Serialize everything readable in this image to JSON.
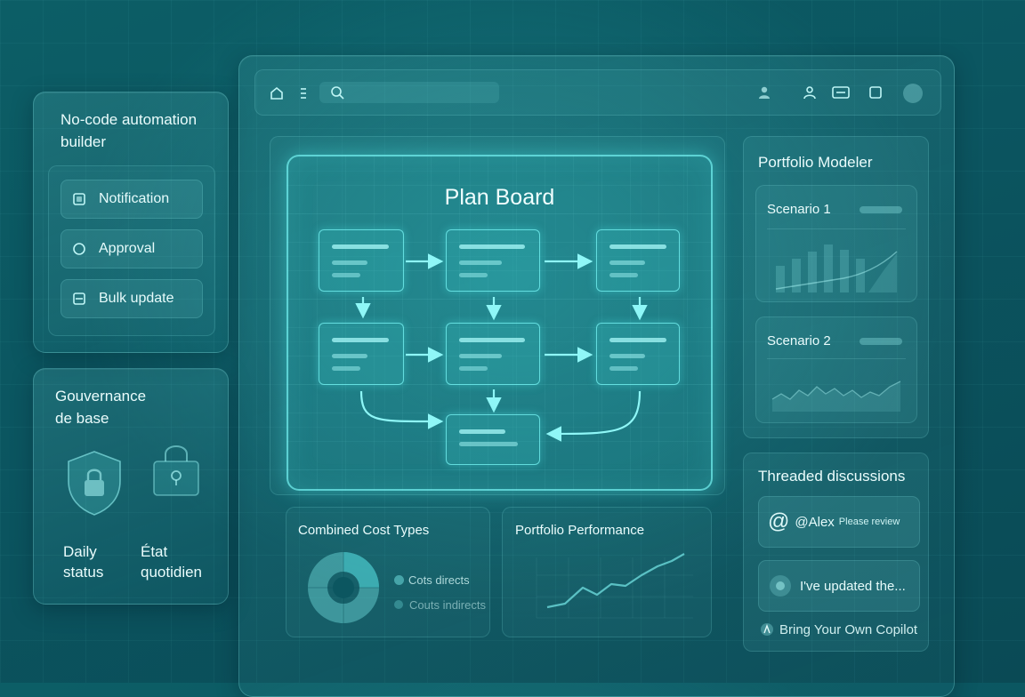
{
  "automation": {
    "title_line1": "No-code automation",
    "title_line2": "builder",
    "items": [
      {
        "label": "Notification",
        "icon": "notification-icon"
      },
      {
        "label": "Approval",
        "icon": "approval-icon"
      },
      {
        "label": "Bulk update",
        "icon": "bulk-update-icon"
      }
    ]
  },
  "governance": {
    "title_line1": "Gouvernance",
    "title_line2": "de base",
    "status_en_line1": "Daily",
    "status_en_line2": "status",
    "status_fr_line1": "État",
    "status_fr_line2": "quotidien"
  },
  "toolbar": {
    "icons": [
      "home-icon",
      "menu-icon",
      "search-icon",
      "user-icon",
      "team-icon",
      "keyboard-icon",
      "square-icon",
      "avatar"
    ]
  },
  "plan_board": {
    "title": "Plan Board"
  },
  "portfolio_modeler": {
    "title": "Portfolio Modeler",
    "scenarios": [
      {
        "label": "Scenario 1"
      },
      {
        "label": "Scenario 2"
      }
    ]
  },
  "cost_types": {
    "title": "Combined Cost Types",
    "legend": [
      "Cots directs",
      "Couts indirects"
    ]
  },
  "performance": {
    "title": "Portfolio Performance"
  },
  "discussions": {
    "title": "Threaded discussions",
    "msg1_name": "@Alex",
    "msg1_text": "Please review",
    "msg2_text": "I've updated the...",
    "footer": "Bring Your Own Copilot"
  },
  "colors": {
    "accent": "#7ff5f5",
    "background": "#0b5560"
  }
}
